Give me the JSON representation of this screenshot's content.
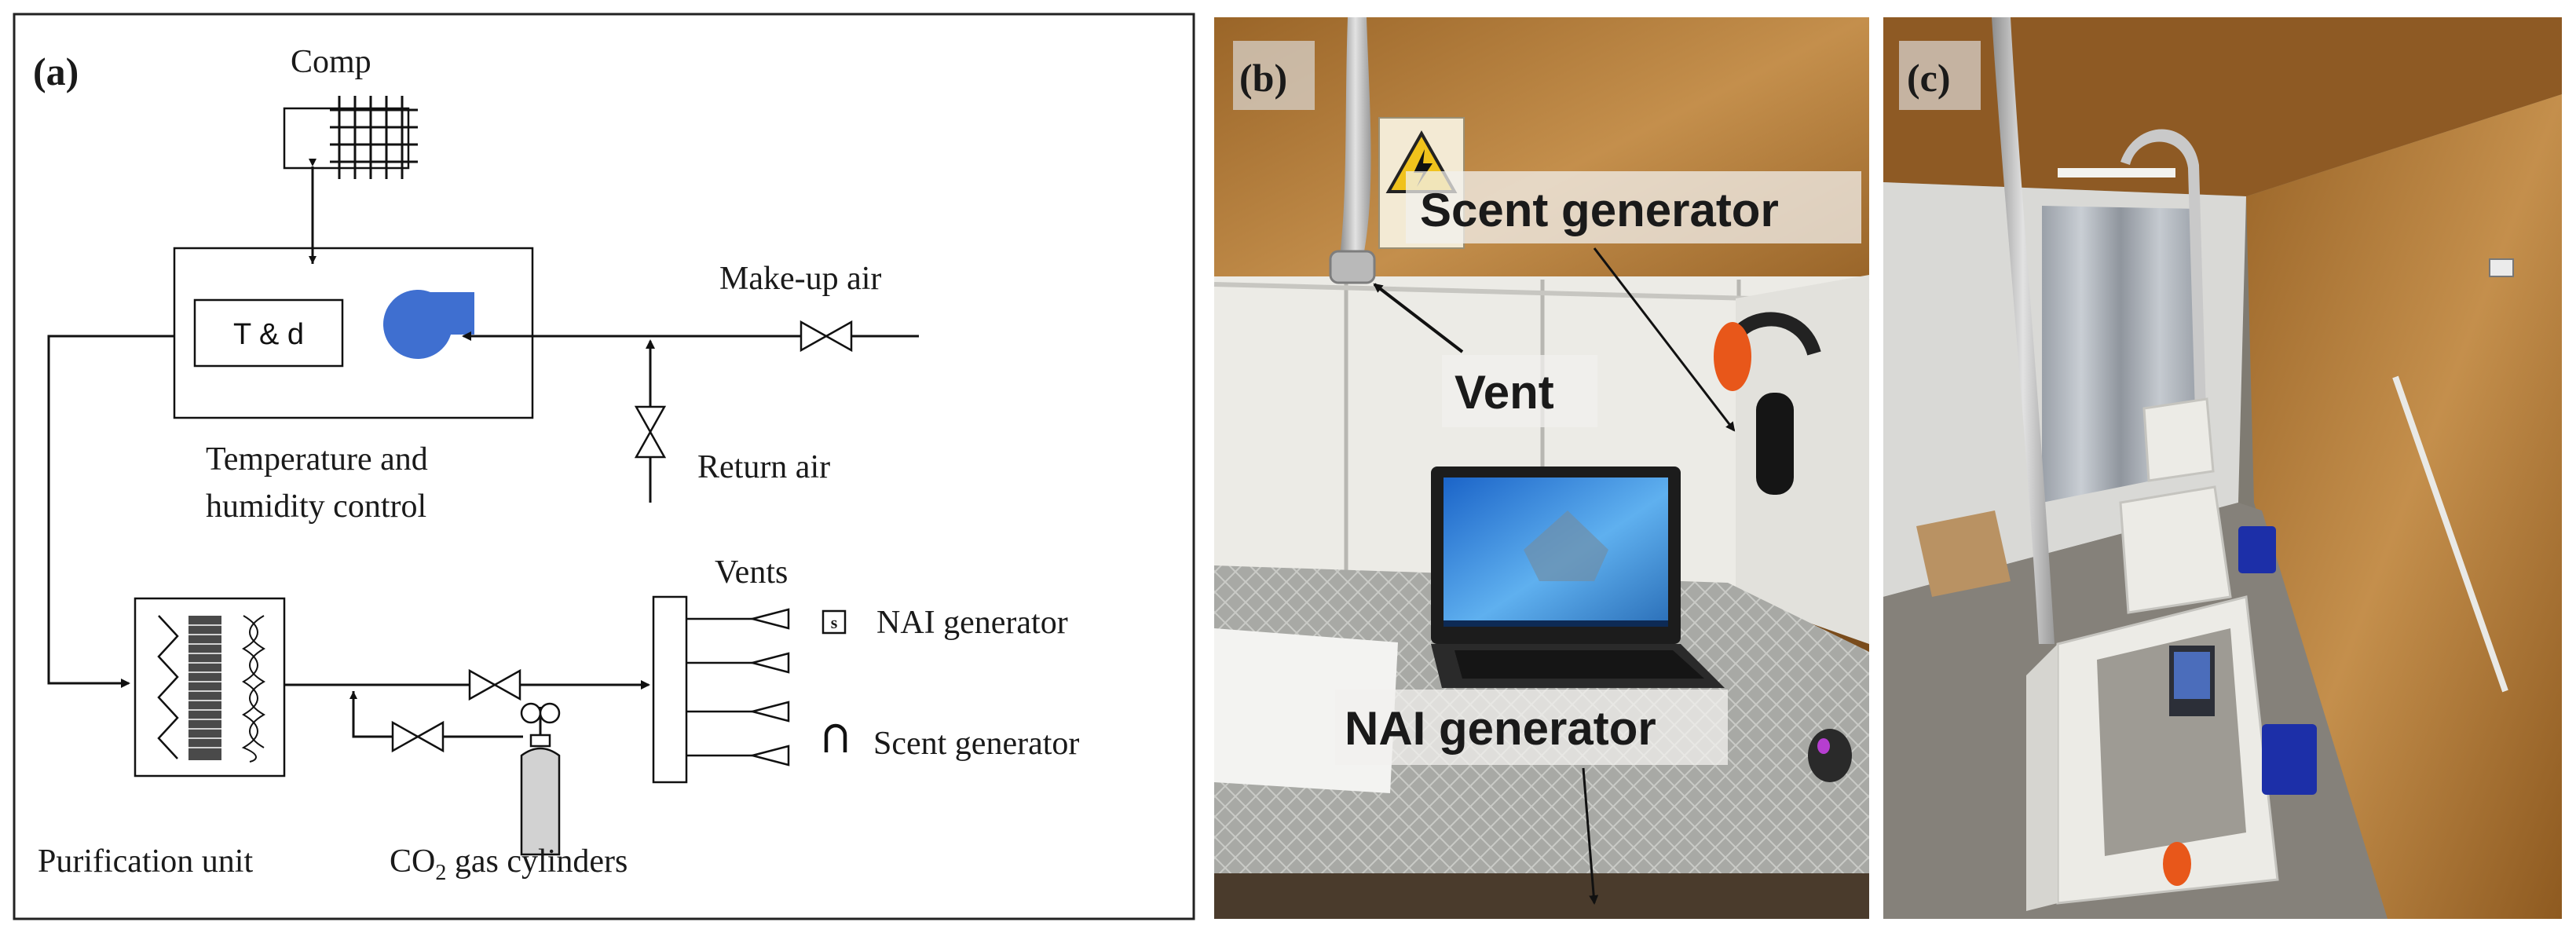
{
  "panel_a": {
    "label": "(a)",
    "comp": "Comp",
    "td": "T & d",
    "make_up_air": "Make-up air",
    "return_air": "Return air",
    "control_line1": "Temperature and",
    "control_line2": "humidity control",
    "vents": "Vents",
    "nai_symbol": "s",
    "nai_generator": "NAI generator",
    "scent_generator": "Scent generator",
    "purification_unit": "Purification unit",
    "co2_prefix": "CO",
    "co2_sub": "2",
    "co2_suffix": " gas cylinders"
  },
  "panel_b": {
    "label": "(b)",
    "scent_generator": "Scent generator",
    "vent": "Vent",
    "nai_generator": "NAI generator"
  },
  "panel_c": {
    "label": "(c)"
  },
  "colors": {
    "fan_blue": "#3f6fd0",
    "wood": "#b07a3a",
    "panel_white": "#ecebe6",
    "floor_gray": "#7f7b72",
    "tablecloth": "#a9aaa6",
    "stool_blue": "#1c2fa8",
    "headphone_orange": "#e8571a"
  }
}
